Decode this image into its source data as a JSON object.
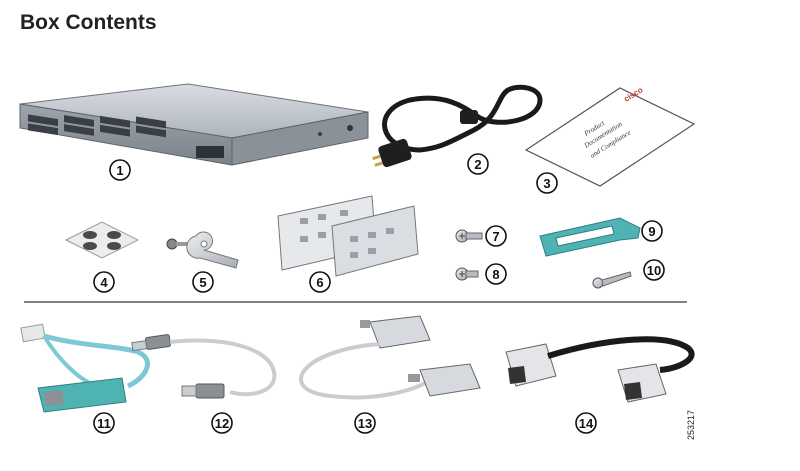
{
  "heading": "Box Contents",
  "callouts": [
    "1",
    "2",
    "3",
    "4",
    "5",
    "6",
    "7",
    "8",
    "9",
    "10",
    "11",
    "12",
    "13",
    "14"
  ],
  "document_text": [
    "Product",
    "Documentation",
    "and Compliance"
  ],
  "logo_text": "cisco",
  "figure_id": "253217",
  "colors": {
    "switch_body": "#b9bec6",
    "cable_black": "#1a1a1a",
    "console_cable": "#7ec8d6",
    "bracket_teal": "#4fb3b4",
    "metal": "#c9ccd1"
  }
}
